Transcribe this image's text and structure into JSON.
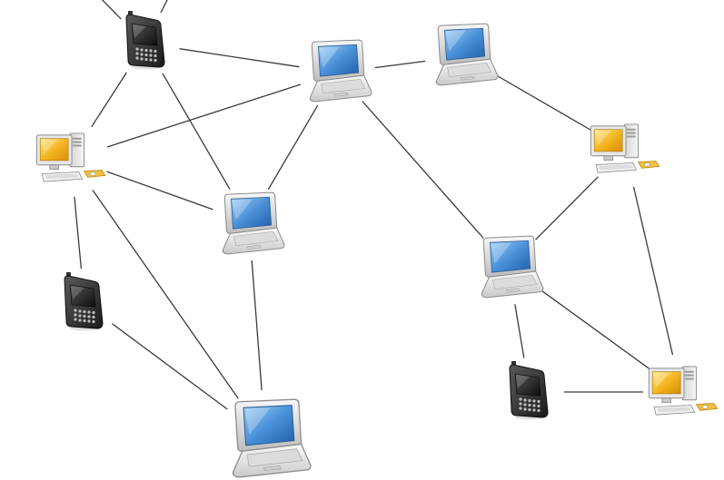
{
  "diagram": {
    "type": "network-topology",
    "device_kinds": [
      "laptop-icon",
      "desktop-computer-icon",
      "smartphone-icon"
    ],
    "colors": {
      "background": "#ffffff",
      "link": "#3a3a3a",
      "laptop_body": "#e6e6e6",
      "laptop_screen": "#4a90d9",
      "monitor_screen": "#f2b21c",
      "phone_body": "#2b2b2b",
      "keyboard_pad": "#f0c040"
    },
    "nodes": [
      {
        "id": "phone-top-left",
        "kind": "smartphone-icon"
      },
      {
        "id": "laptop-top-center",
        "kind": "laptop-icon"
      },
      {
        "id": "laptop-top-right",
        "kind": "laptop-icon"
      },
      {
        "id": "desktop-left",
        "kind": "desktop-computer-icon"
      },
      {
        "id": "desktop-right",
        "kind": "desktop-computer-icon"
      },
      {
        "id": "laptop-middle-left",
        "kind": "laptop-icon"
      },
      {
        "id": "laptop-middle-right",
        "kind": "laptop-icon"
      },
      {
        "id": "phone-bottom-left",
        "kind": "smartphone-icon"
      },
      {
        "id": "laptop-bottom-center",
        "kind": "laptop-icon"
      },
      {
        "id": "phone-bottom-right",
        "kind": "smartphone-icon"
      },
      {
        "id": "desktop-bottom-right",
        "kind": "desktop-computer-icon"
      }
    ],
    "edges": [
      [
        "phone-top-left",
        "laptop-top-center"
      ],
      [
        "phone-top-left",
        "desktop-left"
      ],
      [
        "phone-top-left",
        "laptop-middle-left"
      ],
      [
        "laptop-top-center",
        "laptop-top-right"
      ],
      [
        "laptop-top-center",
        "desktop-left"
      ],
      [
        "laptop-top-center",
        "laptop-middle-left"
      ],
      [
        "laptop-top-center",
        "laptop-middle-right"
      ],
      [
        "laptop-top-right",
        "desktop-right"
      ],
      [
        "desktop-left",
        "laptop-middle-left"
      ],
      [
        "desktop-left",
        "phone-bottom-left"
      ],
      [
        "desktop-left",
        "laptop-bottom-center"
      ],
      [
        "laptop-middle-left",
        "laptop-bottom-center"
      ],
      [
        "phone-bottom-left",
        "laptop-bottom-center"
      ],
      [
        "desktop-right",
        "laptop-middle-right"
      ],
      [
        "desktop-right",
        "desktop-bottom-right"
      ],
      [
        "laptop-middle-right",
        "phone-bottom-right"
      ],
      [
        "laptop-middle-right",
        "desktop-bottom-right"
      ],
      [
        "phone-bottom-right",
        "desktop-bottom-right"
      ],
      [
        "phone-top-left",
        "offscreen-top-a"
      ],
      [
        "phone-top-left",
        "offscreen-top-b"
      ]
    ]
  }
}
